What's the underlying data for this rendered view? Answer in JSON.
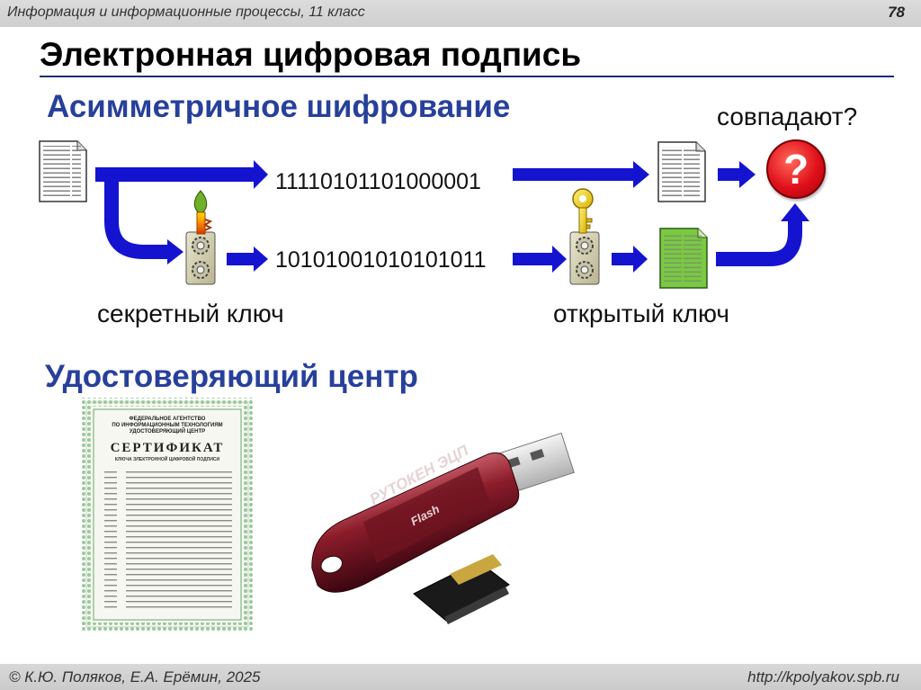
{
  "header": {
    "course": "Информация и информационные процессы, 11 класс",
    "page": "78"
  },
  "title": "Электронная цифровая подпись",
  "sections": {
    "asymmetric": "Асимметричное шифрование",
    "certificate_authority": "Удостоверяющий центр"
  },
  "diagram": {
    "hash_bits": "11110101101000001",
    "signature_bits": "10101001010101011",
    "match_label": "совпадают?",
    "question_mark": "?",
    "secret_key_label": "секретный ключ",
    "public_key_label": "открытый ключ"
  },
  "images": {
    "certificate": {
      "line1": "ФЕДЕРАЛЬНОЕ АГЕНТСТВО",
      "line2": "ПО ИНФОРМАЦИОННЫМ ТЕХНОЛОГИЯМ",
      "line3": "УДОСТОВЕРЯЮЩИЙ ЦЕНТР",
      "heading": "СЕРТИФИКАТ",
      "subheading": "КЛЮЧА ЭЛЕКТРОННОЙ ЦИФРОВОЙ ПОДПИСИ"
    },
    "token": {
      "brand": "РУТОКЕН ЭЦП",
      "model": "Flash"
    }
  },
  "footer": {
    "authors": "© К.Ю. Поляков, Е.А. Ерёмин, 2025",
    "url": "http://kpolyakov.spb.ru"
  },
  "colors": {
    "arrow": "#1414d0",
    "heading_blue": "#27409a",
    "badge_red": "#e0101a",
    "doc_green": "#7ac943",
    "token_body": "#7a1420"
  }
}
